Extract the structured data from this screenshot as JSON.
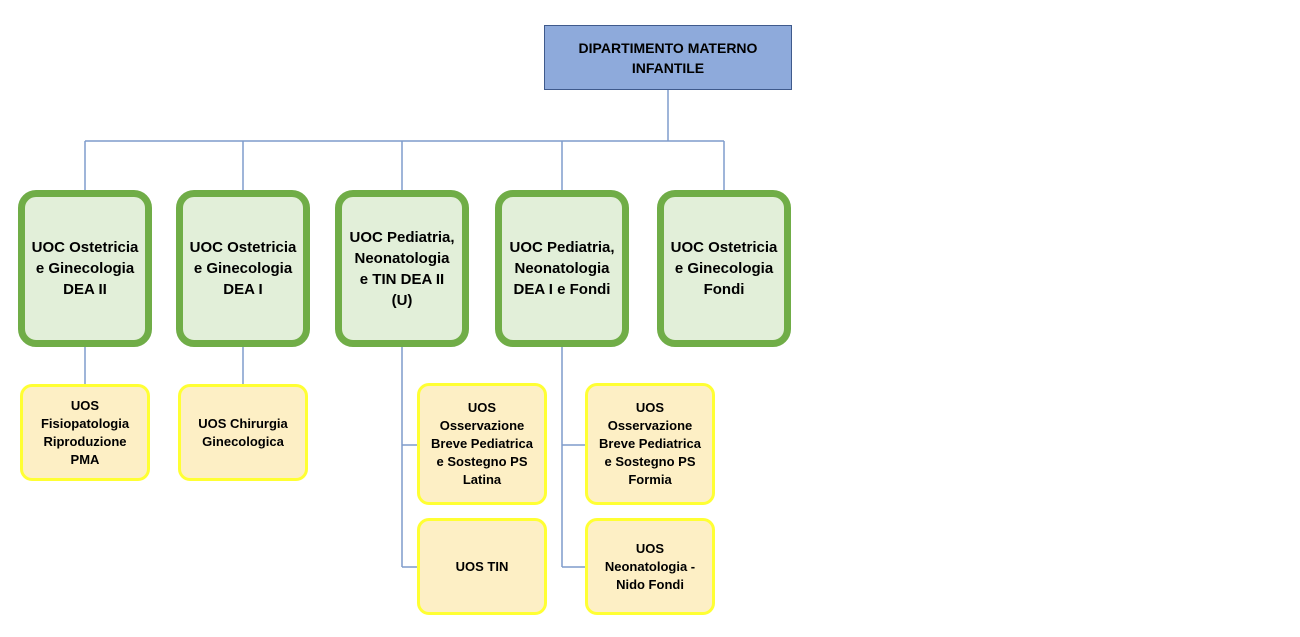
{
  "department": {
    "title": "DIPARTIMENTO MATERNO\nINFANTILE"
  },
  "units": [
    {
      "label": "UOC Ostetricia\ne Ginecologia\nDEA II",
      "sub": [
        "UOS\nFisiopatologia\nRiproduzione\nPMA"
      ]
    },
    {
      "label": "UOC Ostetricia\ne Ginecologia\nDEA I",
      "sub": [
        "UOS Chirurgia\nGinecologica"
      ]
    },
    {
      "label": "UOC Pediatria,\nNeonatologia\ne TIN DEA II\n(U)",
      "sub": [
        "UOS\nOsservazione\nBreve Pediatrica\ne Sostegno PS\nLatina",
        "UOS TIN"
      ]
    },
    {
      "label": "UOC Pediatria,\nNeonatologia\nDEA I e Fondi",
      "sub": [
        "UOS\nOsservazione\nBreve Pediatrica\ne Sostegno PS\nFormia",
        "UOS\nNeonatologia -\nNido Fondi"
      ]
    },
    {
      "label": "UOC Ostetricia\ne Ginecologia\nFondi",
      "sub": []
    }
  ],
  "colors": {
    "connector": "#7f9ccc",
    "root_fill": "#8eaadb",
    "uoc_border": "#70ad47",
    "uoc_fill": "#e2efd9",
    "uos_border": "#ffff33",
    "uos_fill": "#fdefc5"
  }
}
